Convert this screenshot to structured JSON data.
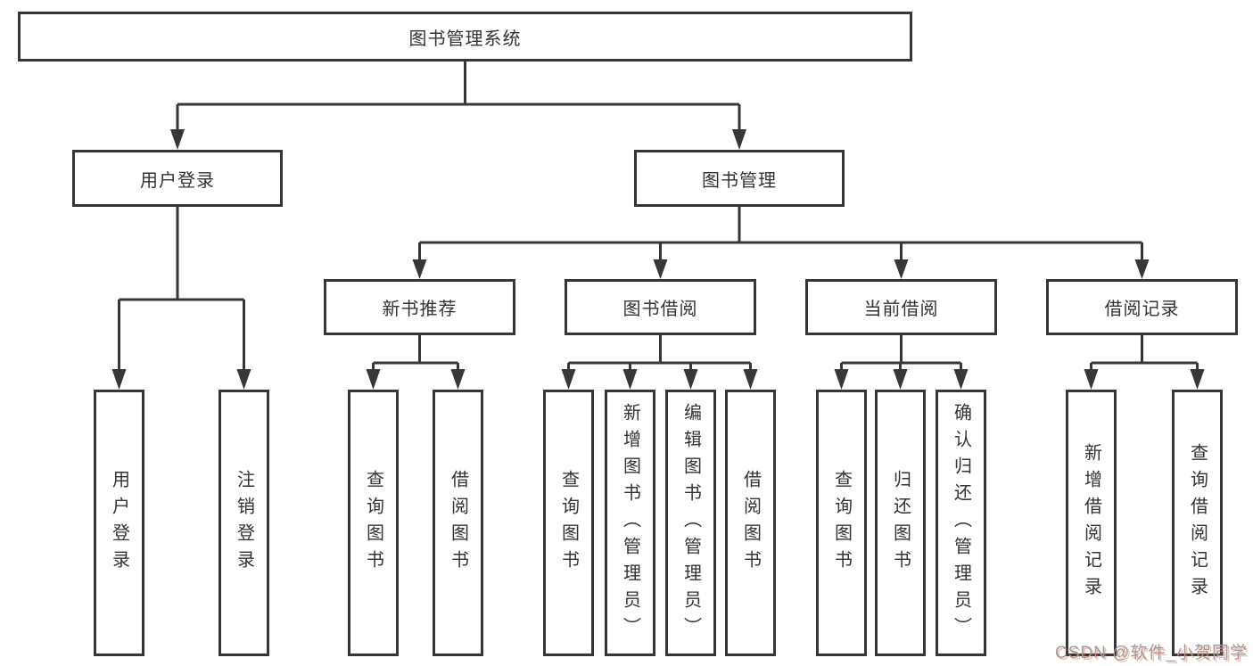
{
  "diagram": {
    "type": "hierarchy-tree",
    "title": "图书管理系统",
    "colors": {
      "line": "#373737",
      "box_background": "#ffffff",
      "text": "#333333",
      "watermark_text": "#9c9c9c",
      "watermark_shadow": "#fc5531"
    },
    "tree": {
      "label": "图书管理系统",
      "children": [
        {
          "label": "用户登录",
          "children": [
            {
              "label": "用户登录"
            },
            {
              "label": "注销登录"
            }
          ]
        },
        {
          "label": "图书管理",
          "children": [
            {
              "label": "新书推荐",
              "children": [
                {
                  "label": "查询图书"
                },
                {
                  "label": "借阅图书"
                }
              ]
            },
            {
              "label": "图书借阅",
              "children": [
                {
                  "label": "查询图书"
                },
                {
                  "label": "新增图书（管理员）"
                },
                {
                  "label": "编辑图书（管理员）"
                },
                {
                  "label": "借阅图书"
                }
              ]
            },
            {
              "label": "当前借阅",
              "children": [
                {
                  "label": "查询图书"
                },
                {
                  "label": "归还图书"
                },
                {
                  "label": "确认归还（管理员）"
                }
              ]
            },
            {
              "label": "借阅记录",
              "children": [
                {
                  "label": "新增借阅记录"
                },
                {
                  "label": "查询借阅记录"
                }
              ]
            }
          ]
        }
      ]
    }
  },
  "nodes": {
    "root": {
      "label": "图书管理系统"
    },
    "user_login": {
      "label": "用户登录"
    },
    "book_mgmt": {
      "label": "图书管理"
    },
    "login": {
      "label": "用户登录"
    },
    "logout": {
      "label": "注销登录"
    },
    "new_book_rec": {
      "label": "新书推荐"
    },
    "book_borrow": {
      "label": "图书借阅"
    },
    "current_borrow": {
      "label": "当前借阅"
    },
    "borrow_records": {
      "label": "借阅记录"
    },
    "rec_query_books": {
      "label": "查询图书"
    },
    "rec_borrow_books": {
      "label": "借阅图书"
    },
    "bb_query_books": {
      "label": "查询图书"
    },
    "bb_add_books": {
      "label": "新增图书（管理员）"
    },
    "bb_edit_books": {
      "label": "编辑图书（管理员）"
    },
    "bb_borrow_books": {
      "label": "借阅图书"
    },
    "cb_query_books": {
      "label": "查询图书"
    },
    "cb_return_books": {
      "label": "归还图书"
    },
    "cb_confirm_return": {
      "label": "确认归还（管理员）"
    },
    "br_add_record": {
      "label": "新增借阅记录"
    },
    "br_query_record": {
      "label": "查询借阅记录"
    }
  },
  "watermark": {
    "text": "CSDN @软件_小贺同学"
  }
}
